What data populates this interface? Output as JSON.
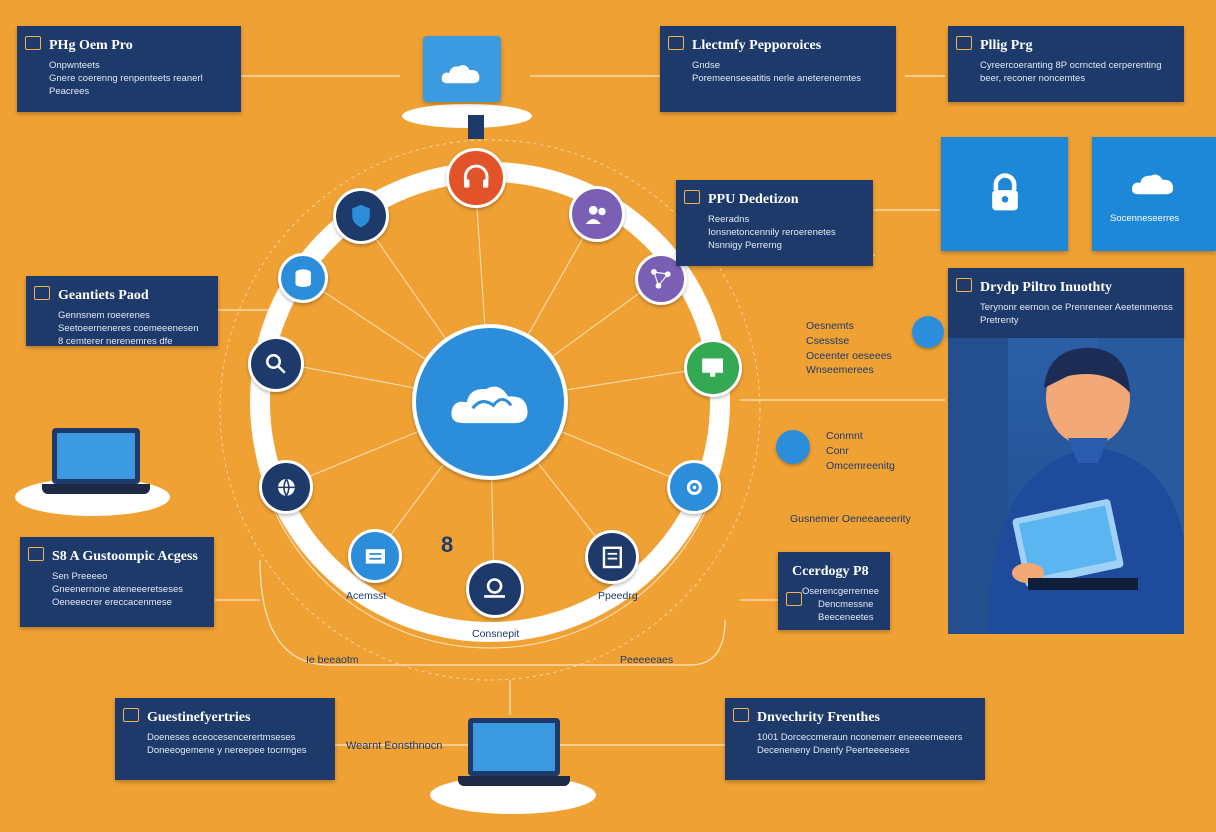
{
  "colors": {
    "background": "#EFA134",
    "navy": "#1D3A6B",
    "blue": "#2F8FD9",
    "red": "#E2532A",
    "purple": "#7B5FB5",
    "green": "#34A853"
  },
  "cards": {
    "top_left": {
      "title": "PHg Oem Pro",
      "lines": [
        "Onpwnteets",
        "Gnere coerenng renpenteets reanerl",
        "Peacrees"
      ]
    },
    "top_center": {
      "title": "Llectmfy Pepporoices",
      "lines": [
        "Gndse",
        "Poremeenseeatitis nerle aneterenerntes"
      ]
    },
    "top_right": {
      "title": "Pllig Prg",
      "lines": [
        "Cyreercoeranting 8P ocrncted cerperenting",
        "beer, reconer noncemtes"
      ]
    },
    "mid_right": {
      "title": "PPU Dedetizon",
      "lines": [
        "Reeradns",
        "Ionsnetoncennily reroerenetes",
        "Nsnnigy Perrerng"
      ]
    },
    "left_mid": {
      "title": "Geantiets Paod",
      "lines": [
        "Gennsnem roeerenes",
        "Seetoeerneneres coemeeenesen",
        "8 cemterer nerenemres dfe"
      ]
    },
    "left_lower": {
      "title": "S8 A Gustoompic Acgess",
      "lines": [
        "Sen Preeeeo",
        "Gneenernone ateneeeretseses",
        "Oeneeecrer ereccacenmese"
      ]
    },
    "identity": {
      "title": "Drydp Piltro Inuothty",
      "lines": [
        "Terynonr eernon oe Prenreneer Aeetenmenss",
        "Pretrenty"
      ]
    },
    "coverage": {
      "title": "Ccerdogy P8",
      "lines": [
        "Oserencgerrernee",
        "Dencmessne",
        "Beeceneetes"
      ]
    },
    "bottom_left": {
      "title": "Guestinefyertries",
      "lines": [
        "Doeneses eceocesencerertmseses",
        "Doneeogemene y nereepee tocrmges"
      ]
    },
    "bottom_right": {
      "title": "Dnvechrity Frenthes",
      "lines": [
        "1001 Dorceccmeraun nconemerr eneeeerneeers",
        "Deceneneny Dnenfy Peerteeeesees"
      ]
    }
  },
  "tiles": {
    "cloud_caption": "Socenneseerres"
  },
  "floating_labels": {
    "access": "Acemsst",
    "pending": "Ppeedrg",
    "connect": "Consnepit",
    "bottom_left": "Ie beeaotm",
    "bottom_right": "Peeeeeaes",
    "wire": "Wearnt Eonsthnocn",
    "right_a": [
      "Oesnemts",
      "Csesstse",
      "Oceenter oeseees",
      "Wnseemerees"
    ],
    "right_b": [
      "Conmnt",
      "Conr",
      "Omcemreenitg"
    ],
    "right_c": "Gusnemer Oeneeaeeerity",
    "center_digit": "8"
  },
  "icons": [
    "cloud-icon",
    "lock-icon",
    "laptop-icon",
    "person-icon",
    "document-icon",
    "gear-icon",
    "headset-icon"
  ]
}
